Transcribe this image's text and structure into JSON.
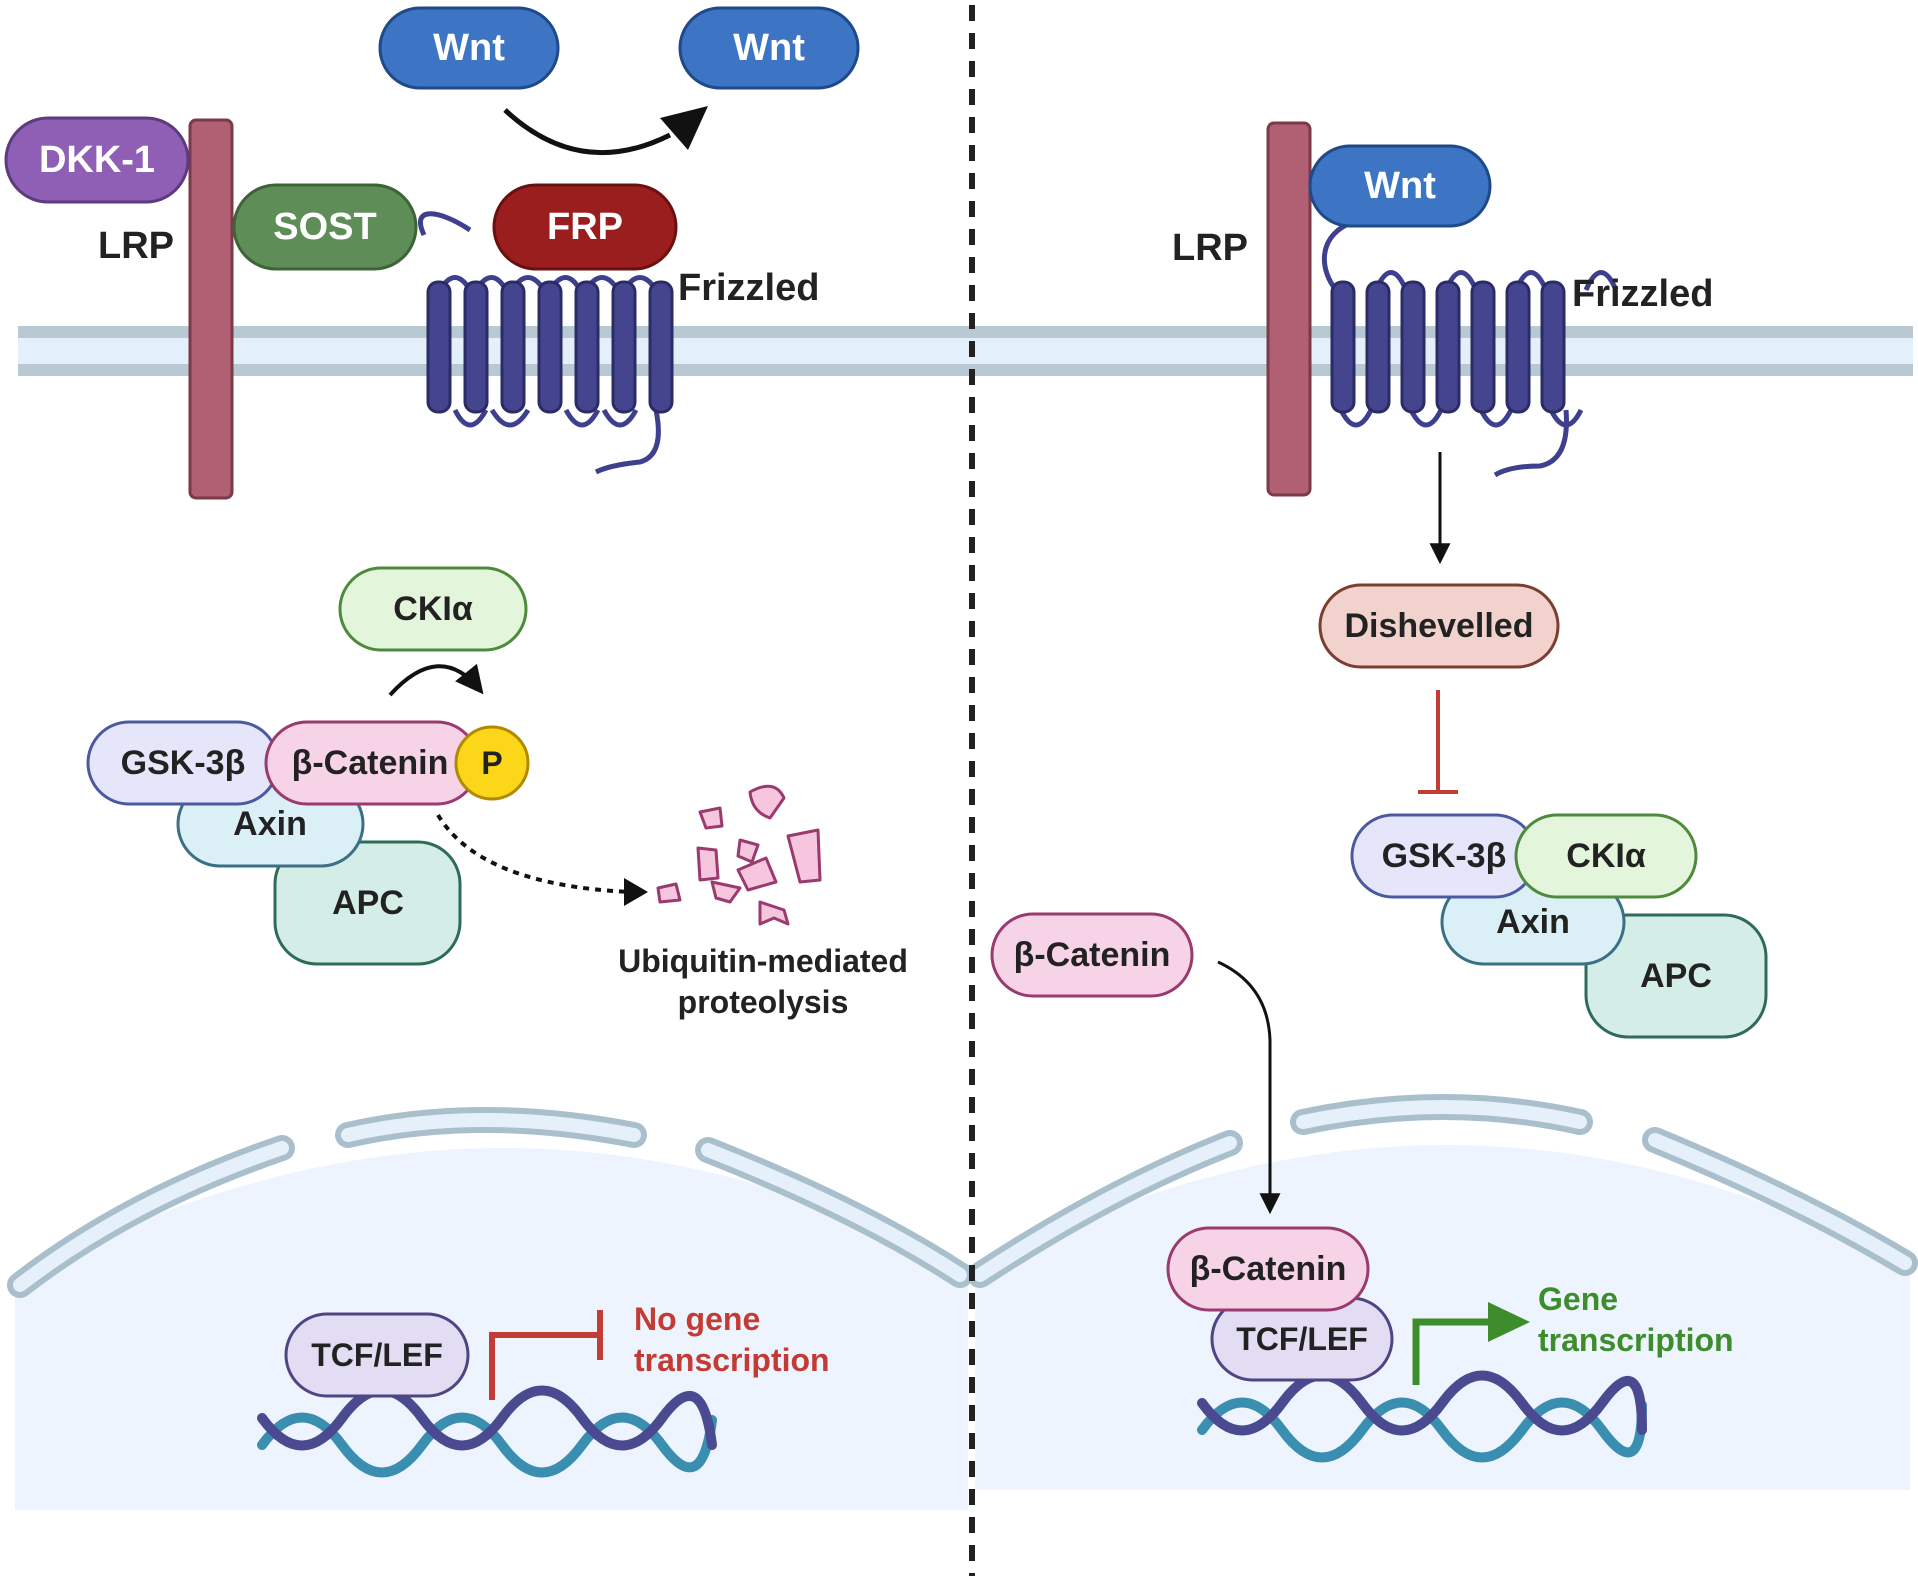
{
  "colors": {
    "wnt": "#3d74c4",
    "dkk1": "#8e5fb5",
    "sost": "#5e8d57",
    "frp": "#9b1e1e",
    "lrp": "#b15f72",
    "frizzled": "#3f3f8f",
    "membrane": "#b8c9d3",
    "membrane_inner": "#e3f0fb",
    "nucleus": "#edf4fd",
    "ckia": "#e3f5db",
    "gsk3b": "#e6e6fa",
    "bcatenin": "#f7d3e7",
    "axin": "#daf0f6",
    "apc": "#d5ede7",
    "phospho": "#fbd619",
    "fragments": "#f6c6de",
    "dishevelled": "#f1d2cd",
    "tcflef": "#e2ddf2",
    "dna_a": "#3a8eb0",
    "dna_b": "#4a4a90",
    "inhibit": "#c23b34",
    "activate": "#3d8d2d"
  },
  "left_panel": {
    "wnt_left": "Wnt",
    "wnt_right": "Wnt",
    "dkk1": "DKK-1",
    "sost": "SOST",
    "frp": "FRP",
    "lrp": "LRP",
    "frizzled": "Frizzled",
    "ckia": "CKIα",
    "gsk3b": "GSK-3β",
    "bcatenin": "β-Catenin",
    "phospho": "P",
    "axin": "Axin",
    "apc": "APC",
    "degradation_line1": "Ubiquitin-mediated",
    "degradation_line2": "proteolysis",
    "tcflef": "TCF/LEF",
    "outcome_line1": "No gene",
    "outcome_line2": "transcription"
  },
  "right_panel": {
    "wnt": "Wnt",
    "lrp": "LRP",
    "frizzled": "Frizzled",
    "dishevelled": "Dishevelled",
    "gsk3b": "GSK-3β",
    "ckia": "CKIα",
    "axin": "Axin",
    "apc": "APC",
    "bcatenin_cyto": "β-Catenin",
    "bcatenin_nuc": "β-Catenin",
    "tcflef": "TCF/LEF",
    "outcome_line1": "Gene",
    "outcome_line2": "transcription"
  }
}
